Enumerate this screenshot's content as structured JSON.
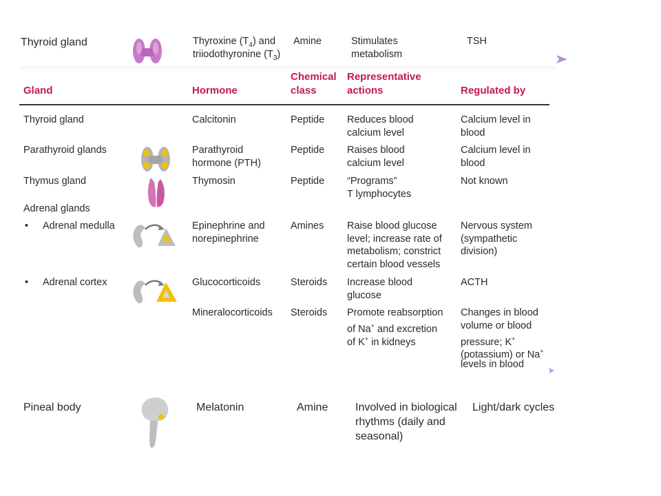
{
  "top_row": {
    "gland": "Thyroid gland",
    "hormone_line1": "Thyroxine (T",
    "hormone_sub1": "4",
    "hormone_line1_tail": ") and",
    "hormone_line2": "triiodothyronine (T",
    "hormone_sub2": "3",
    "hormone_line2_tail": ")",
    "class": "Amine",
    "action_line1": "Stimulates",
    "action_line2": "metabolism",
    "regulated": "TSH"
  },
  "headers": {
    "gland": "Gland",
    "hormone": "Hormone",
    "class_line1": "Chemical",
    "class_line2": "class",
    "actions_line1": "Representative",
    "actions_line2": "actions",
    "regulated": "Regulated by"
  },
  "rows": {
    "calcitonin": {
      "gland": "Thyroid gland",
      "hormone": "Calcitonin",
      "class": "Peptide",
      "action_line1": "Reduces blood",
      "action_line2": "calcium level",
      "reg_line1": "Calcium level in",
      "reg_line2": "blood"
    },
    "pth": {
      "gland": "Parathyroid glands",
      "hormone_line1": "Parathyroid",
      "hormone_line2": "hormone (PTH)",
      "class": "Peptide",
      "action_line1": "Raises blood",
      "action_line2": "calcium level",
      "reg_line1": "Calcium level in",
      "reg_line2": "blood"
    },
    "thymosin": {
      "gland": "Thymus gland",
      "hormone": "Thymosin",
      "class": "Peptide",
      "action_line1": "“Programs”",
      "action_line2": "T lymphocytes",
      "reg": "Not known"
    },
    "adrenal_group": {
      "gland": "Adrenal glands"
    },
    "epinephrine": {
      "bullet": "•",
      "gland": "Adrenal medulla",
      "hormone_line1": "Epinephrine and",
      "hormone_line2": "norepinephrine",
      "class": "Amines",
      "action_line1": "Raise blood glucose",
      "action_line2": "level; increase rate of",
      "action_line3": "metabolism; constrict",
      "action_line4": "certain blood vessels",
      "reg_line1": "Nervous system",
      "reg_line2": "(sympathetic",
      "reg_line3": "division)"
    },
    "glucocorticoids": {
      "bullet": "•",
      "gland": "Adrenal cortex",
      "hormone": "Glucocorticoids",
      "class": "Steroids",
      "action_line1": "Increase blood",
      "action_line2": "glucose",
      "reg": "ACTH"
    },
    "mineralocorticoids": {
      "hormone": "Mineralocorticoids",
      "class": "Steroids",
      "action_line1": "Promote reabsorption",
      "action_line2a": "of Na",
      "action_line2b": " and excretion",
      "action_line3a": "of K",
      "action_line3b": " in kidneys",
      "plus": "+",
      "reg_line1": "Changes in blood",
      "reg_line2": "volume or blood",
      "reg_line3a": "pressure; K",
      "reg_line4": "(potassium) or Na",
      "reg_line5": "levels in blood"
    }
  },
  "pineal_row": {
    "gland": "Pineal body",
    "hormone": "Melatonin",
    "class": "Amine",
    "action_line1": "Involved in biological",
    "action_line2": "rhythms (daily and",
    "action_line3": "seasonal)",
    "regulated": "Light/dark cycles"
  },
  "icons": {
    "thyroid": "thyroid-gland-icon",
    "parathyroid": "parathyroid-glands-icon",
    "thymus": "thymus-gland-icon",
    "adrenal_medulla": "adrenal-medulla-icon",
    "adrenal_cortex": "adrenal-cortex-icon",
    "pineal": "pineal-body-icon",
    "pointer": "pointer-arrow-icon"
  },
  "colors": {
    "header_text": "#c2185b",
    "thyroid_pink": "#c879c8",
    "gland_yellow": "#f2c200",
    "pointer_lilac": "#b68ed6"
  }
}
